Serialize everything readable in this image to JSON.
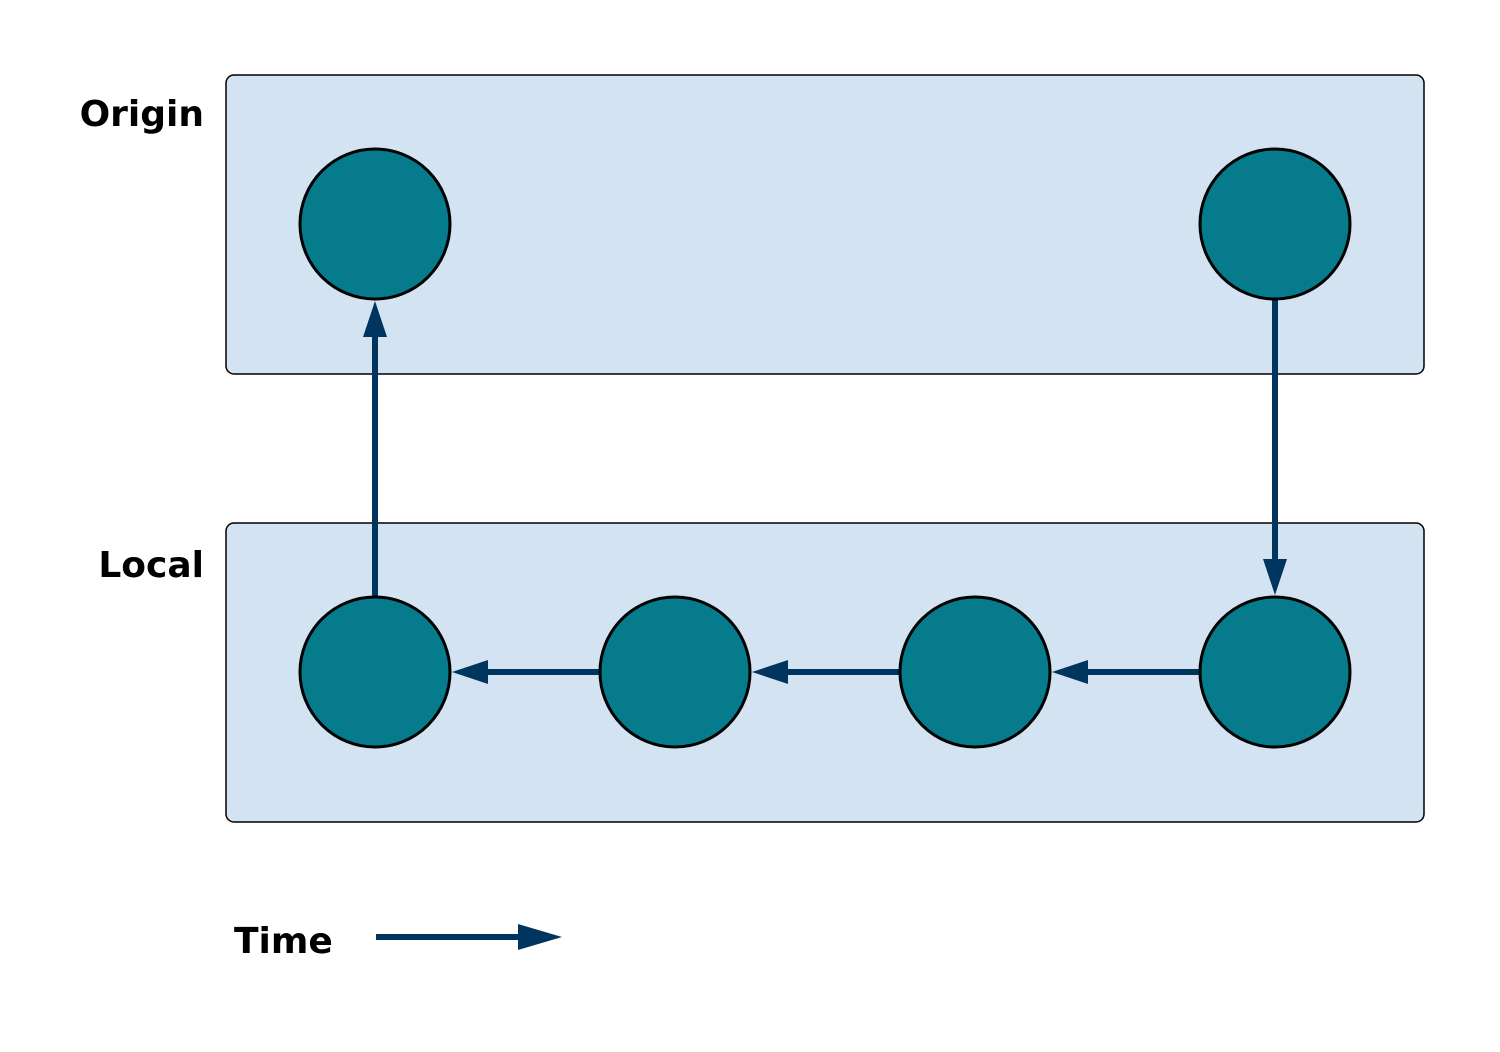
{
  "colors": {
    "lane_fill": "#d3e3f2",
    "lane_stroke": "#000000",
    "node_fill": "#057b8c",
    "node_stroke": "#000000",
    "arrow": "#003560",
    "text": "#000000"
  },
  "lanes": [
    {
      "id": "origin",
      "label": "Origin"
    },
    {
      "id": "local",
      "label": "Local"
    }
  ],
  "nodes": [
    {
      "id": "origin-1",
      "lane": "origin",
      "column": 1
    },
    {
      "id": "origin-4",
      "lane": "origin",
      "column": 4
    },
    {
      "id": "local-1",
      "lane": "local",
      "column": 1
    },
    {
      "id": "local-2",
      "lane": "local",
      "column": 2
    },
    {
      "id": "local-3",
      "lane": "local",
      "column": 3
    },
    {
      "id": "local-4",
      "lane": "local",
      "column": 4
    }
  ],
  "edges": [
    {
      "from": "origin-4",
      "to": "local-4"
    },
    {
      "from": "local-4",
      "to": "local-3"
    },
    {
      "from": "local-3",
      "to": "local-2"
    },
    {
      "from": "local-2",
      "to": "local-1"
    },
    {
      "from": "local-1",
      "to": "origin-1"
    }
  ],
  "legend": {
    "label": "Time",
    "arrow_direction": "right"
  }
}
